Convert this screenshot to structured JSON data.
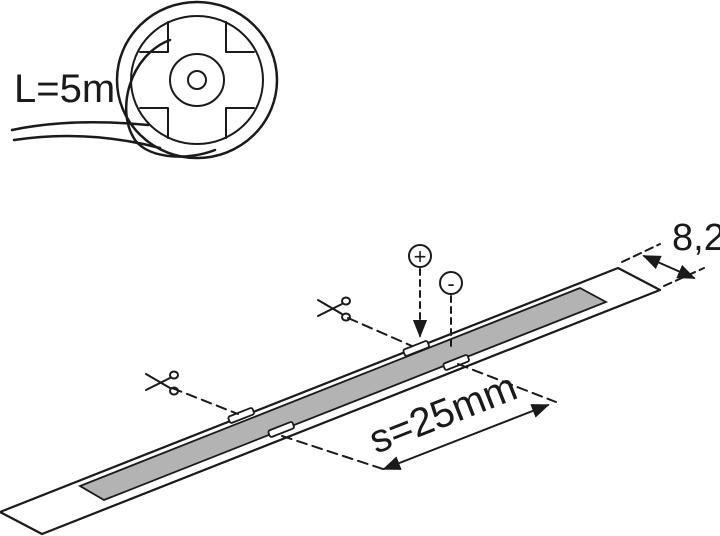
{
  "figure": {
    "roll_length_label": "L=5m",
    "strip_width_label": "8,2",
    "segment_spacing_label": "s=25mm",
    "positive_symbol": "+",
    "negative_symbol": "-",
    "cut_icon": "scissors-icon",
    "line_color": "#1a1a1a",
    "led_area_color": "#b3b3b3"
  }
}
